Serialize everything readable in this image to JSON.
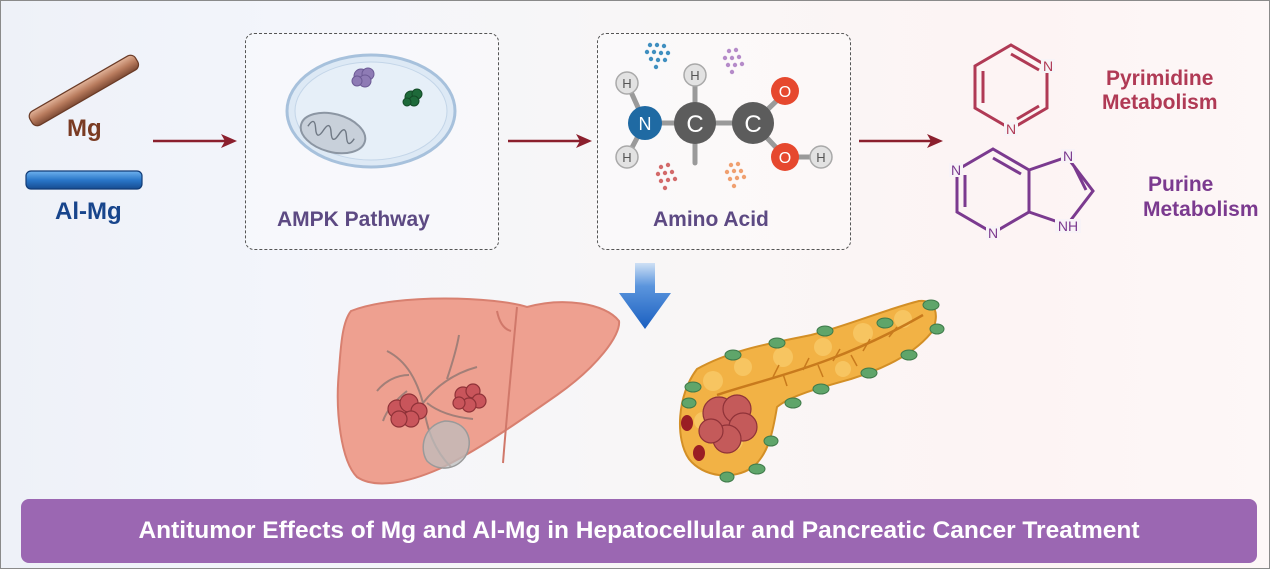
{
  "inputs": {
    "mg_label": "Mg",
    "almg_label": "Al-Mg"
  },
  "steps": {
    "ampk_label": "AMPK Pathway",
    "amino_label": "Amino Acid"
  },
  "molecule": {
    "atom_h": "H",
    "atom_n": "N",
    "atom_c": "C",
    "atom_o": "O"
  },
  "outputs": {
    "pyrimidine_line1": "Pyrimidine",
    "pyrimidine_line2": "Metabolism",
    "purine_line1": "Purine",
    "purine_line2": "Metabolism",
    "ring_n": "N",
    "ring_nh": "NH"
  },
  "banner": {
    "text": "Antitumor Effects of Mg and Al-Mg in Hepatocellular and Pancreatic Cancer Treatment"
  },
  "colors": {
    "mg": "#7a3b23",
    "almg": "#18458c",
    "arrow": "#8b1f2d",
    "pyrimidine": "#b03a55",
    "purine": "#7b3a8f",
    "step_text": "#5d4a83",
    "down_arrow": "#1f66c4",
    "banner_bg": "#9b67b2"
  }
}
